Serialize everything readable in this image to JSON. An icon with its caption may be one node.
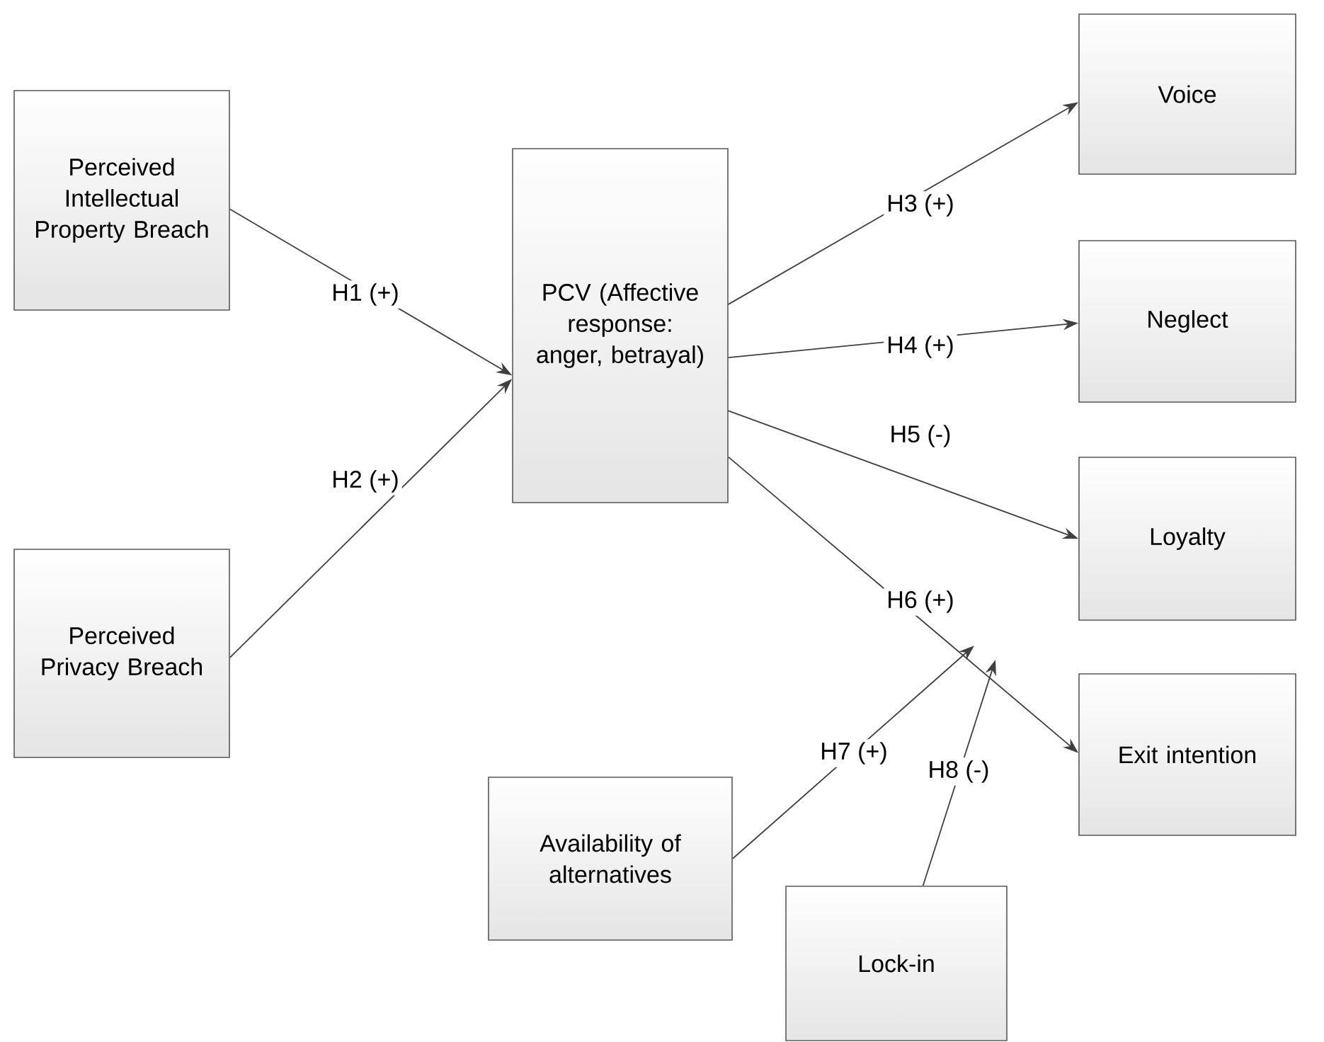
{
  "diagram": {
    "nodes": [
      {
        "text": [
          "Perceived Intellectual Property Breach"
        ]
      },
      {
        "text": [
          "Perceived Privacy Breach"
        ]
      },
      {
        "text": [
          "PCV (Affective response: anger, betrayal)"
        ]
      },
      {
        "text": [
          "Voice"
        ]
      },
      {
        "text": [
          "Neglect"
        ]
      },
      {
        "text": [
          "Loyalty"
        ]
      },
      {
        "text": [
          "Exit intention"
        ]
      },
      {
        "text": [
          "Availability of alternatives"
        ]
      },
      {
        "text": [
          "Lock-in"
        ]
      }
    ],
    "edges": [
      {
        "from": 0,
        "to": 2,
        "arrow": "to",
        "label": "H1 (+)"
      },
      {
        "from": 1,
        "to": 2,
        "arrow": "to",
        "label": "H2 (+)"
      },
      {
        "from": 2,
        "to": 3,
        "arrow": "to",
        "label": "H3 (+)"
      },
      {
        "from": 2,
        "to": 4,
        "arrow": "to",
        "label": "H4 (+)"
      },
      {
        "from": 2,
        "to": 5,
        "arrow": "to",
        "label": "H5 (-)"
      },
      {
        "from": 2,
        "to": 6,
        "arrow": "to",
        "label": "H6 (+)"
      },
      {
        "from": 7,
        "to": null,
        "arrow": "to",
        "label": "H7 (+)"
      },
      {
        "from": 8,
        "to": null,
        "arrow": "to",
        "label": "H8 (-)"
      }
    ]
  }
}
